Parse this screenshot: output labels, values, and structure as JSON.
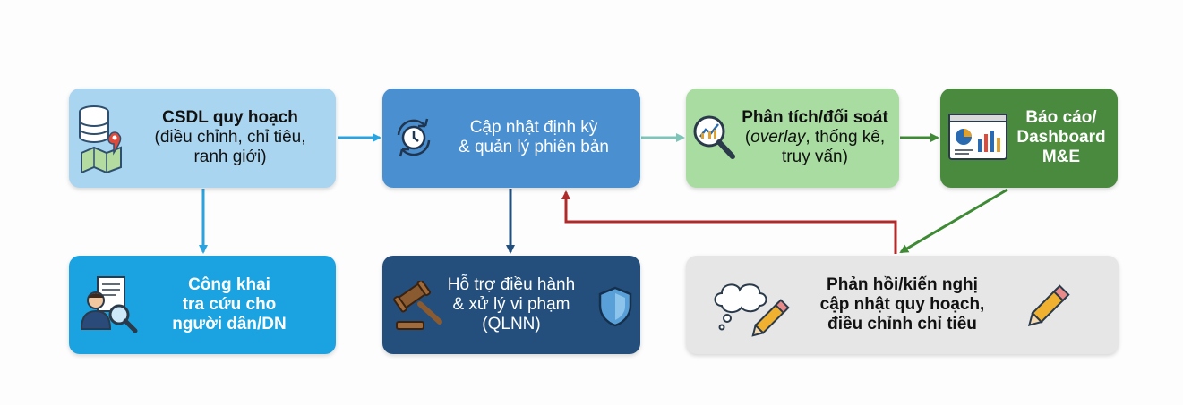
{
  "nodes": {
    "csdl": {
      "title": "CSDL quy hoạch",
      "line2": "(điều chỉnh, chỉ tiêu,",
      "line3": "ranh giới)"
    },
    "capnhat": {
      "line1": "Cập nhật định kỳ",
      "line2": "& quản lý phiên bản"
    },
    "phantich": {
      "title": "Phân tích/đối soát",
      "line2_em": "overlay",
      "line2_rest": ", thống kê,",
      "line2_open": "(",
      "line3": "truy vấn)"
    },
    "baocao": {
      "line1": "Báo cáo/",
      "line2": "Dashboard",
      "line3": "M&E"
    },
    "congkhai": {
      "line1": "Công khai",
      "line2": "tra cứu cho",
      "line3": "người dân/DN"
    },
    "hotro": {
      "line1": "Hỗ trợ điều hành",
      "line2": "& xử lý vi phạm",
      "line3": "(QLNN)"
    },
    "phanhoi": {
      "line1": "Phản hồi/kiến nghị",
      "line2": "cập nhật quy hoạch,",
      "line3": "điều chỉnh chỉ tiêu"
    }
  },
  "icons": {
    "csdl": "database-map-icon",
    "capnhat": "clock-refresh-icon",
    "phantich": "magnifier-chart-icon",
    "baocao": "dashboard-icon",
    "congkhai": "person-document-search-icon",
    "hotro_left": "gavel-icon",
    "hotro_right": "shield-icon",
    "phanhoi_left": "thought-bubble-pencil-icon",
    "phanhoi_right": "pencil-icon"
  },
  "colors": {
    "csdl": "#a9d5f0",
    "capnhat": "#4a8fcf",
    "phantich": "#a8dca0",
    "baocao": "#4a8a3e",
    "congkhai": "#1aa3e0",
    "hotro": "#244f7c",
    "phanhoi": "#e6e6e6",
    "arrow_light_blue": "#2aa3de",
    "arrow_teal": "#7fc4b8",
    "arrow_green": "#3e8a35",
    "arrow_dark_blue": "#234f7c",
    "arrow_red": "#b02a2a"
  }
}
